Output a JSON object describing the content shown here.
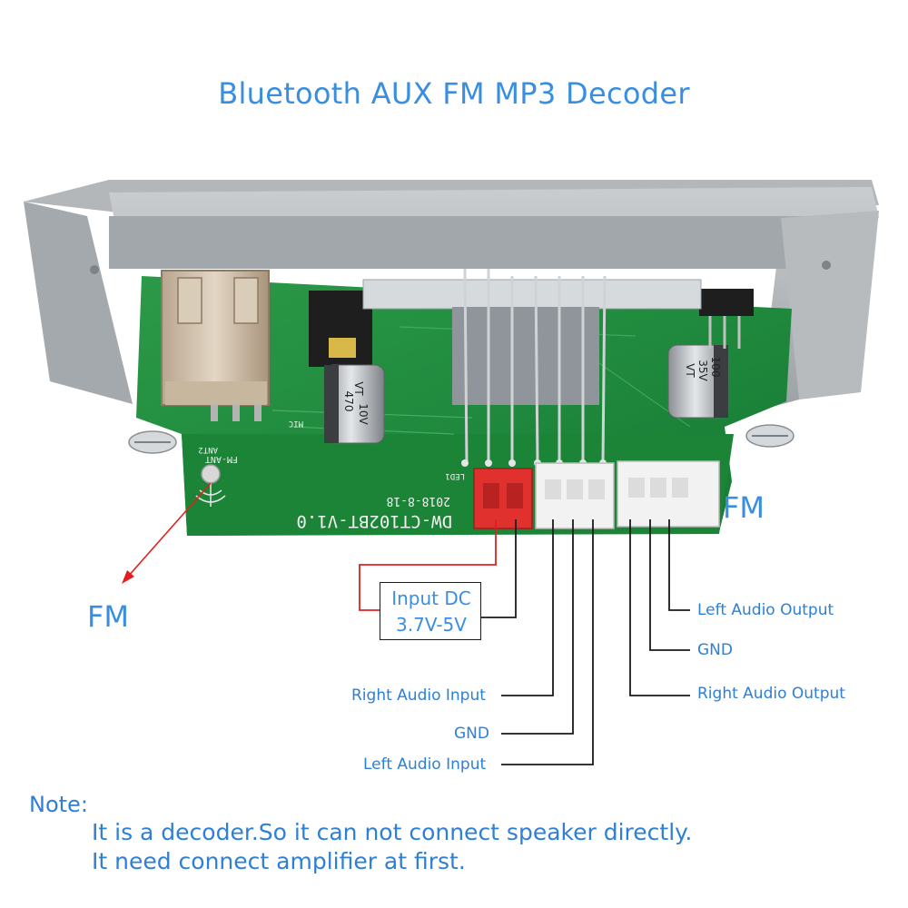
{
  "title": "Bluetooth AUX FM MP3 Decoder",
  "board": {
    "silkscreen_model": "DW-CT102BT-V1.0",
    "silkscreen_date": "2018-8-18",
    "antenna_label": "FM-ANT",
    "antenna_ref": "ANT2",
    "mic_label": "MIC",
    "cap_left_value": "470",
    "cap_left_voltage": "10V",
    "cap_left_series": "VT",
    "cap_right_value": "100",
    "cap_right_voltage": "35V",
    "cap_right_series": "VT",
    "led_label": "LED1"
  },
  "labels": {
    "fm_antenna": "FM",
    "fm_right": "FM",
    "input_dc_line1": "Input DC",
    "input_dc_line2": "3.7V-5V",
    "left_audio_output": "Left Audio Output",
    "gnd_right": "GND",
    "right_audio_output": "Right Audio Output",
    "right_audio_input": "Right Audio Input",
    "gnd_left": "GND",
    "left_audio_input": "Left Audio Input"
  },
  "note": {
    "heading": "Note:",
    "line1": "It is a decoder.So it can not connect speaker directly.",
    "line2": "It need connect amplifier at first."
  },
  "colors": {
    "label_blue": "#2e7fd6",
    "title_blue": "#3a8ee0",
    "pcb_green": "#1f8a3c",
    "panel_gray": "#a7acb0",
    "power_connector_red": "#e0312f",
    "wire_red": "#e02020"
  }
}
